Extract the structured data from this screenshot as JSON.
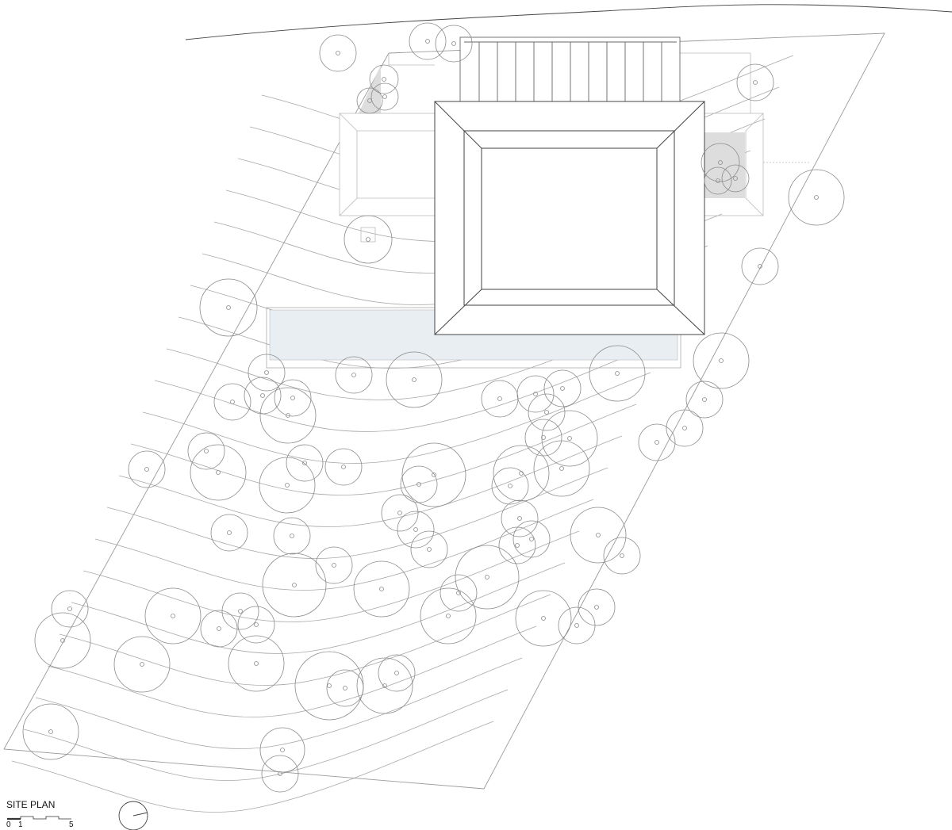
{
  "drawing": {
    "title": "SITE PLAN",
    "scale_labels": [
      "0",
      "1",
      "5"
    ]
  },
  "colors": {
    "building_line": "#555555",
    "site_line": "#9a9a9a",
    "pool_fill": "#e9eef2",
    "paving_fill": "#dddddd"
  }
}
